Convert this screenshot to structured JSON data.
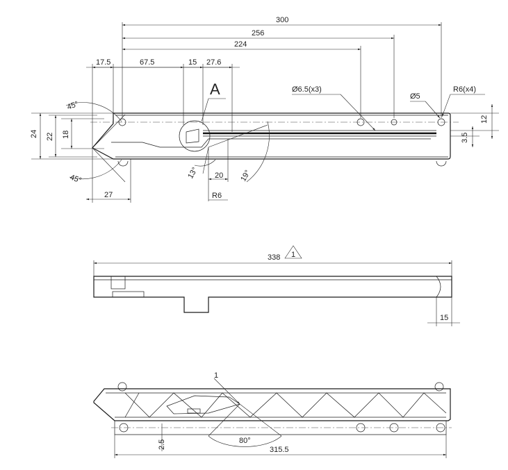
{
  "drawing": {
    "top_view": {
      "dims": {
        "d300": "300",
        "d256": "256",
        "d224": "224",
        "d17_5": "17.5",
        "d67_5": "67.5",
        "d15": "15",
        "d27_6": "27.6",
        "d24": "24",
        "d22": "22",
        "d18": "18",
        "d27": "27",
        "d20": "20",
        "d12": "12",
        "d3_5": "3.5",
        "a45_top": "45°",
        "a45_bot": "45°",
        "a13": "13°",
        "a19": "19°",
        "r6": "R6",
        "hole_65": "Ø6.5(x3)",
        "hole_5": "Ø5",
        "r6x4": "R6(x4)"
      },
      "detail_label": "A"
    },
    "side_view": {
      "dims": {
        "d338": "338",
        "d15": "15"
      },
      "note_symbol": "1"
    },
    "bottom_view": {
      "dims": {
        "d315_5": "315.5",
        "d2_5": "2.5",
        "a80": "80°"
      },
      "callout": "1"
    }
  }
}
